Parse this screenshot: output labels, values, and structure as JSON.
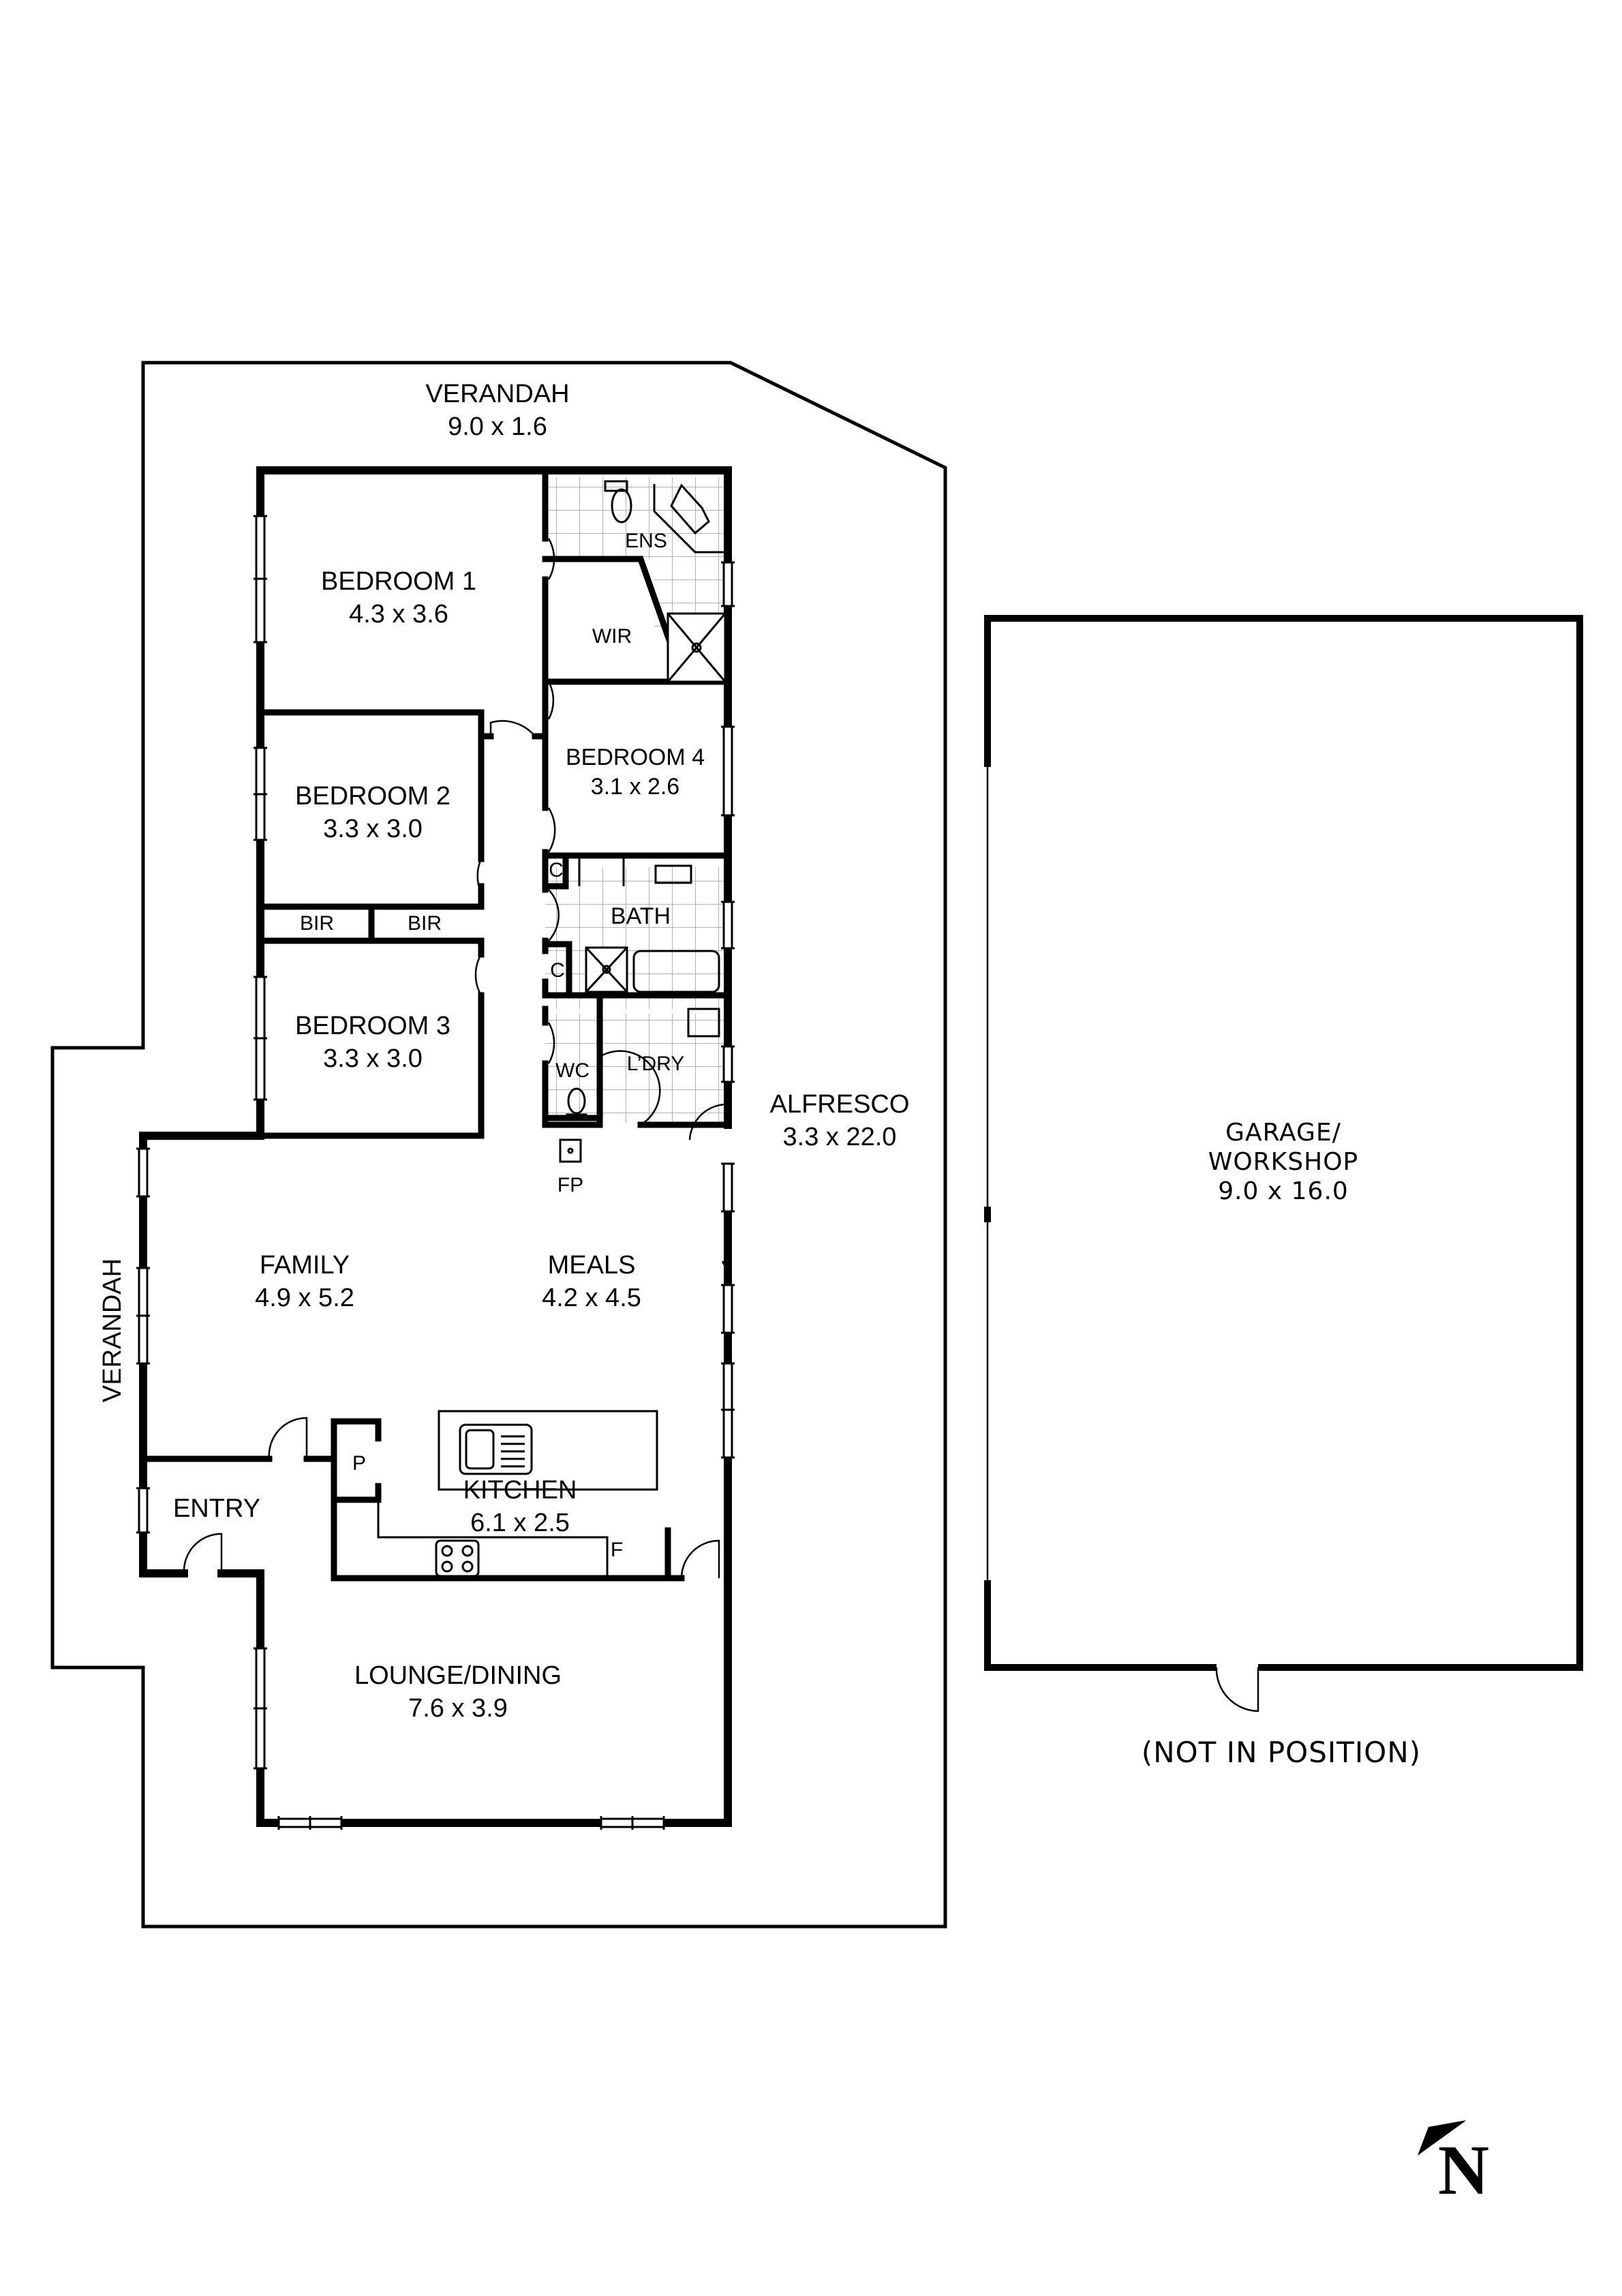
{
  "plan": {
    "rooms": {
      "verandah_top": {
        "name": "VERANDAH",
        "dim": "9.0 x 1.6"
      },
      "verandah_left": {
        "name": "VERANDAH"
      },
      "bedroom1": {
        "name": "BEDROOM 1",
        "dim": "4.3 x 3.6"
      },
      "ens": {
        "name": "ENS"
      },
      "wir": {
        "name": "WIR"
      },
      "bedroom4": {
        "name": "BEDROOM 4",
        "dim": "3.1 x 2.6"
      },
      "bedroom2": {
        "name": "BEDROOM 2",
        "dim": "3.3 x 3.0"
      },
      "bir1": {
        "name": "BIR"
      },
      "bir2": {
        "name": "BIR"
      },
      "bedroom3": {
        "name": "BEDROOM 3",
        "dim": "3.3 x 3.0"
      },
      "c1": {
        "name": "C"
      },
      "c2": {
        "name": "C"
      },
      "bath": {
        "name": "BATH"
      },
      "wc": {
        "name": "WC"
      },
      "laundry": {
        "name": "L’DRY"
      },
      "fireplace": {
        "name": "FP"
      },
      "alfresco": {
        "name": "ALFRESCO",
        "dim": "3.3 x 22.0"
      },
      "family": {
        "name": "FAMILY",
        "dim": "4.9 x 5.2"
      },
      "meals": {
        "name": "MEALS",
        "dim": "4.2 x 4.5"
      },
      "pantry": {
        "name": "P"
      },
      "kitchen": {
        "name": "KITCHEN",
        "dim": "6.1 x 2.5"
      },
      "fridge": {
        "name": "F"
      },
      "entry": {
        "name": "ENTRY"
      },
      "lounge": {
        "name": "LOUNGE/DINING",
        "dim": "7.6 x 3.9"
      },
      "garage": {
        "name1": "GARAGE/",
        "name2": "WORKSHOP",
        "dim": "9.0 x 16.0"
      }
    },
    "notes": {
      "garage_position": "(NOT IN POSITION)"
    },
    "compass": {
      "label": "N",
      "icon": "north-arrow-icon"
    },
    "colors": {
      "wall": "#000000",
      "background": "#ffffff",
      "tile_grid": "#9a9a9a"
    }
  }
}
